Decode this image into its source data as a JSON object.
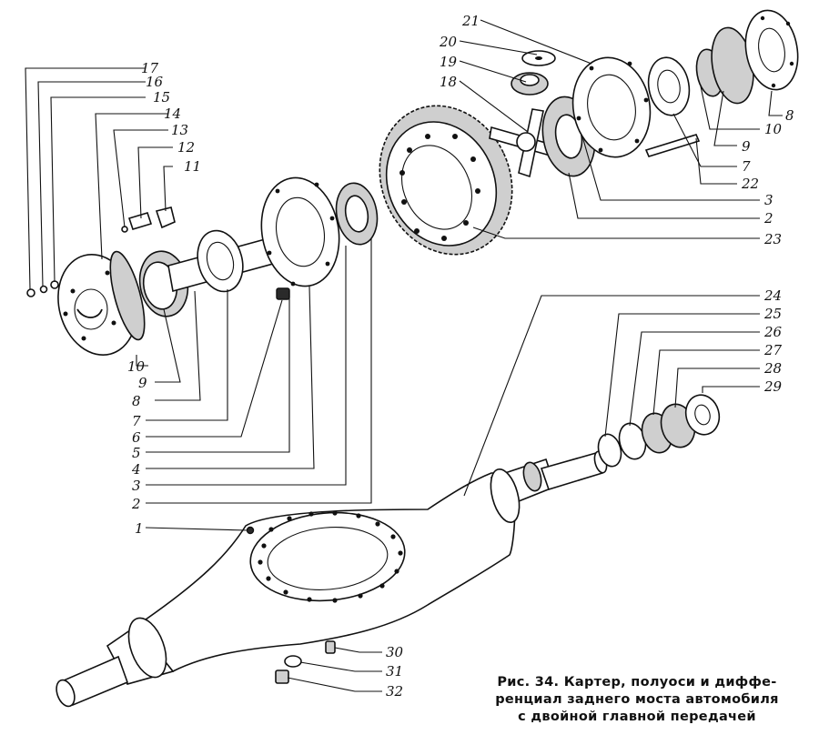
{
  "caption": {
    "line1": "Рис. 34. Картер, полуоси и диффе-",
    "line2": "ренциал заднего моста автомобиля",
    "line3": "с двойной главной передачей"
  },
  "callouts": {
    "c1": "1",
    "c2a": "2",
    "c2b": "2",
    "c3a": "3",
    "c3b": "3",
    "c4": "4",
    "c5": "5",
    "c6": "6",
    "c7a": "7",
    "c7b": "7",
    "c8a": "8",
    "c8b": "8",
    "c9a": "9",
    "c9b": "9",
    "c10a": "10",
    "c10b": "10",
    "c11": "11",
    "c12": "12",
    "c13": "13",
    "c14": "14",
    "c15": "15",
    "c16": "16",
    "c17": "17",
    "c18": "18",
    "c19": "19",
    "c20": "20",
    "c21": "21",
    "c22": "22",
    "c23": "23",
    "c24": "24",
    "c25": "25",
    "c26": "26",
    "c27": "27",
    "c28": "28",
    "c29": "29",
    "c30": "30",
    "c31": "31",
    "c32": "32"
  }
}
